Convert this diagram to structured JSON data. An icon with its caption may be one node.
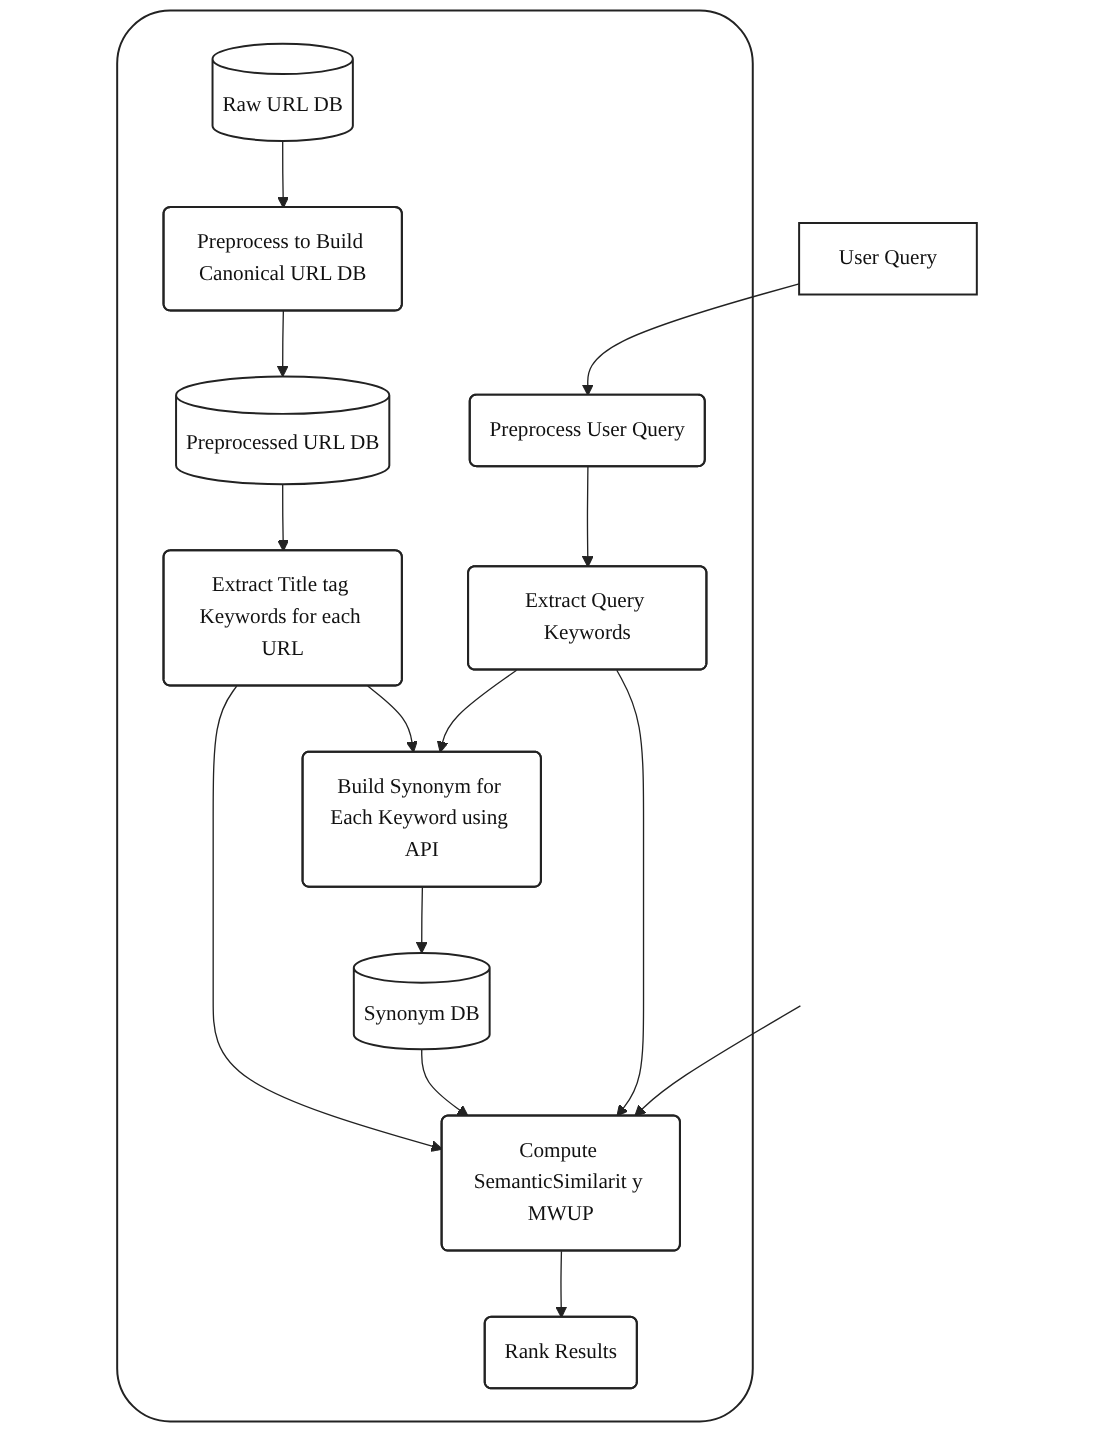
{
  "diagram": {
    "nodes": [
      {
        "text": [],
        "shape": "box"
      },
      {
        "text": [
          "Raw URL DB"
        ],
        "in": 0
      },
      {
        "text": [
          "Preprocess to Build Canonical URL DB"
        ],
        "in": 0
      },
      {
        "text": [
          "Preprocessed URL DB"
        ],
        "in": 0
      },
      {
        "text": [
          "Extract Title tag Keywords for each URL"
        ],
        "in": 0
      },
      {
        "text": [
          "Build Synonym for Each Keyword using API"
        ],
        "in": 0
      },
      {
        "text": [
          "Synonym DB"
        ],
        "in": 0
      },
      {
        "text": [
          "Extract Query Keywords"
        ],
        "in": 0
      },
      {
        "text": [
          "Compute SemanticSimilarit y MWUP"
        ],
        "in": 0
      },
      {
        "text": [
          "Preprocess User Query"
        ],
        "in": 0
      },
      {
        "text": [
          "Rank Results"
        ],
        "in": 0
      },
      {
        "text": [
          "User Query"
        ]
      }
    ],
    "edges": [
      {
        "from": 1,
        "to": 2,
        "arrow": "to"
      },
      {
        "from": 2,
        "to": 3,
        "arrow": "to"
      },
      {
        "from": 3,
        "to": 4,
        "arrow": "to"
      },
      {
        "from": 4,
        "to": 5,
        "arrow": "to"
      },
      {
        "from": 4,
        "to": 8,
        "arrow": "to"
      },
      {
        "from": 5,
        "to": 6,
        "arrow": "to"
      },
      {
        "from": 6,
        "to": 8,
        "arrow": "to"
      },
      {
        "from": 7,
        "to": 8,
        "arrow": "to"
      },
      {
        "from": 7,
        "to": 5,
        "arrow": "to"
      },
      {
        "from": 9,
        "to": 7,
        "arrow": "to"
      },
      {
        "from": 11,
        "to": 9,
        "arrow": "to"
      },
      {
        "from": 8,
        "to": 10,
        "arrow": "to"
      },
      {
        "from": null,
        "to": 8,
        "arrow": "to"
      }
    ]
  }
}
